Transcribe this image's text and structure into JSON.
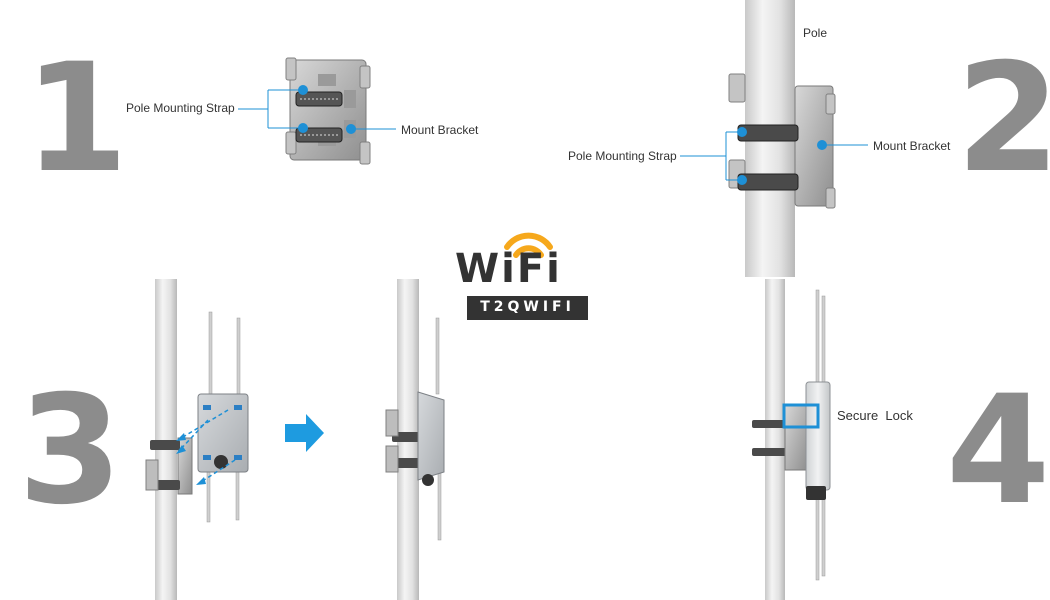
{
  "steps": {
    "one": "1",
    "two": "2",
    "three": "3",
    "four": "4"
  },
  "step1": {
    "strap_label": "Pole Mounting Strap",
    "bracket_label": "Mount Bracket"
  },
  "step2": {
    "pole_label": "Pole",
    "strap_label": "Pole Mounting Strap",
    "bracket_label": "Mount Bracket"
  },
  "step4": {
    "lock_label": "Secure  Lock"
  },
  "watermark": {
    "logo_word": "WiFi",
    "brand": "T2QWIFI"
  },
  "colors": {
    "number_gray": "#8c8c8c",
    "callout_blue": "#1e90d6",
    "arrow_blue": "#1e9be0",
    "logo_dark": "#333333",
    "logo_orange": "#f6a81c"
  }
}
